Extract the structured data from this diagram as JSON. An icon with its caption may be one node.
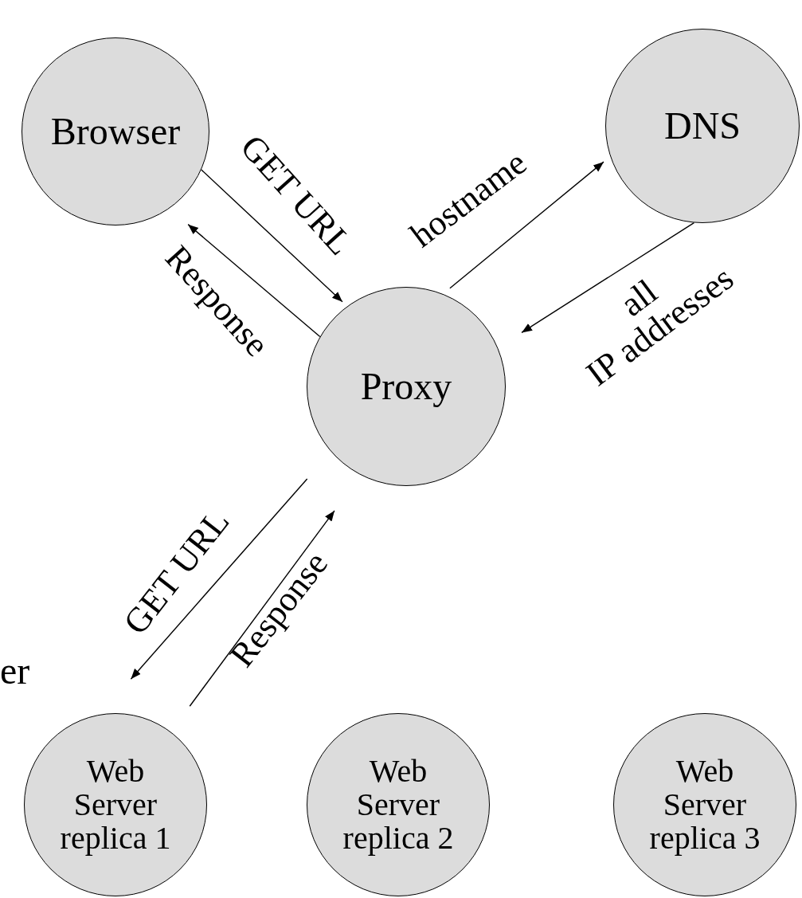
{
  "diagram": {
    "nodes": [
      {
        "text": [
          "Browser"
        ]
      },
      {
        "text": [
          "DNS"
        ]
      },
      {
        "text": [
          "Proxy"
        ]
      },
      {
        "text": [
          "Web Server replica 1"
        ]
      },
      {
        "text": [
          "Web Server replica 2"
        ]
      },
      {
        "text": [
          "Web Server replica 3"
        ]
      }
    ],
    "edges": [
      {
        "from": 0,
        "to": 2,
        "arrow": "to",
        "label": "GET URL"
      },
      {
        "from": 2,
        "to": 0,
        "arrow": "to",
        "label": "Response"
      },
      {
        "from": 2,
        "to": 1,
        "arrow": "to",
        "label": "hostname"
      },
      {
        "from": 1,
        "to": 2,
        "arrow": "to",
        "label": "all IP addresses"
      },
      {
        "from": 2,
        "to": 3,
        "arrow": "to",
        "label": "GET URL"
      },
      {
        "from": 3,
        "to": 2,
        "arrow": "to",
        "label": "Response"
      }
    ],
    "labels": [
      "er"
    ]
  }
}
